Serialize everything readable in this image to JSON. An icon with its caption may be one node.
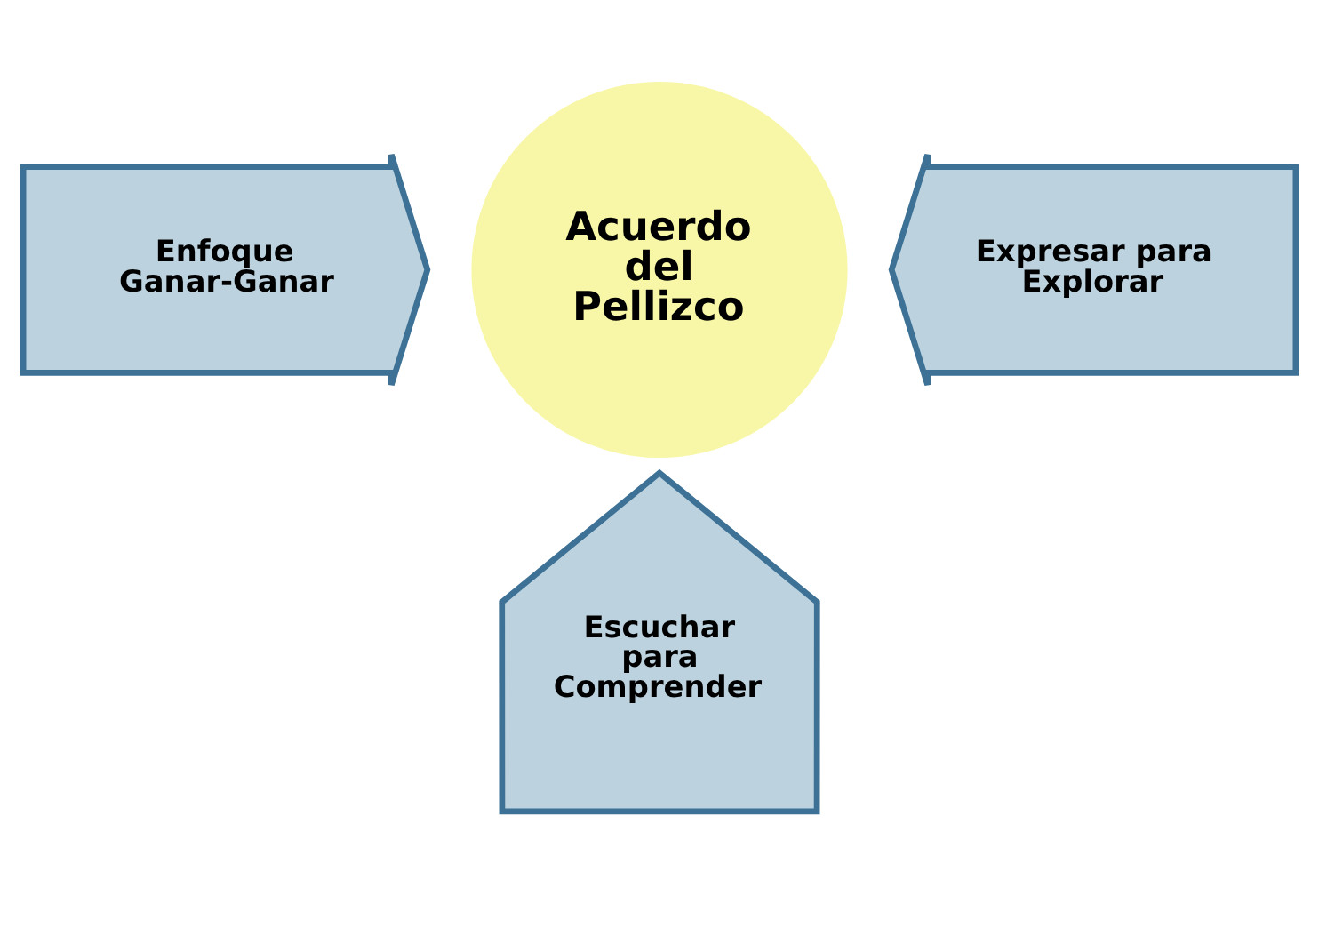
{
  "diagram": {
    "nodes": [
      {
        "text": [
          "Acuerdo del Pellizco"
        ]
      },
      {
        "text": [
          "Enfoque Ganar-Ganar"
        ]
      },
      {
        "text": [
          "Expresar para Explorar"
        ]
      },
      {
        "text": [
          "Escuchar para Comprender"
        ]
      }
    ],
    "edges": []
  }
}
